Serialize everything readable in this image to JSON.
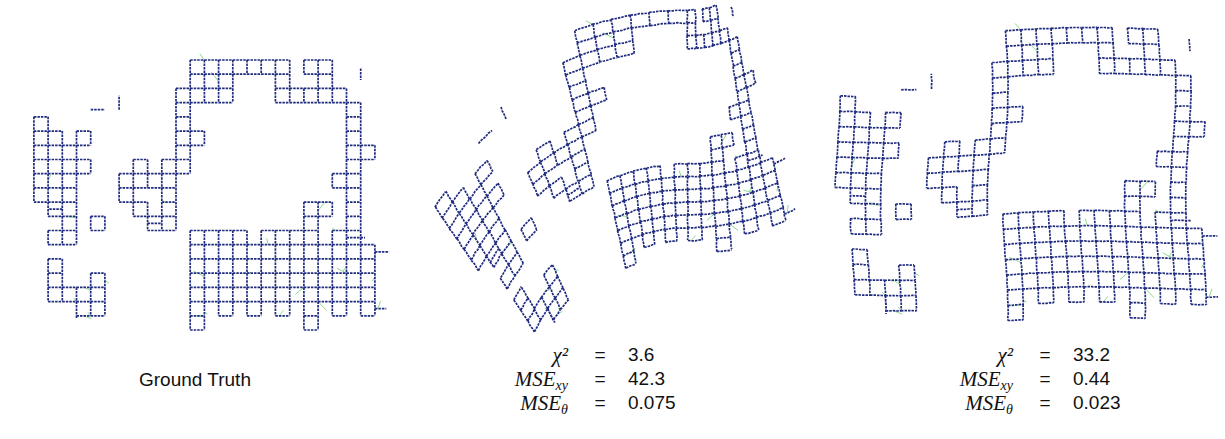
{
  "diagram": {
    "labels": [
      "Ground Truth",
      "χ²",
      "=",
      "3.6",
      "MSE",
      "xy",
      "=",
      "42.3",
      "MSE",
      "θ",
      "=",
      "0.075",
      "χ²",
      "=",
      "33.2",
      "MSE",
      "xy",
      "=",
      "0.44",
      "MSE",
      "θ",
      "=",
      "0.023"
    ]
  }
}
